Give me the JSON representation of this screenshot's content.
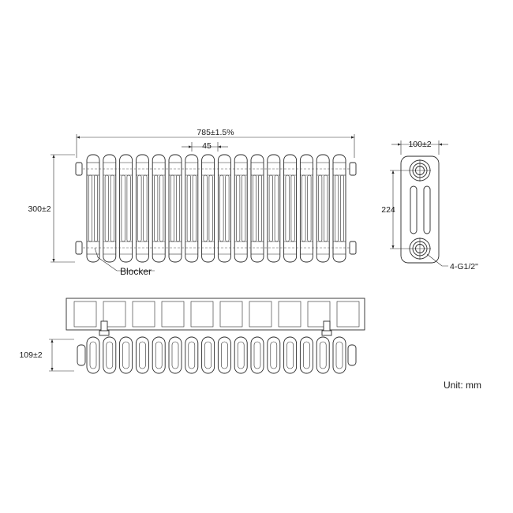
{
  "dimensions": {
    "overall_length": "785±1.5%",
    "section_pitch": "45",
    "height": "300±2",
    "depth_top": "100±2",
    "center_distance": "224",
    "connections": "4-G1/2\"",
    "side_depth": "109±2"
  },
  "labels": {
    "blocker": "Blocker",
    "unit": "Unit: mm"
  },
  "radiator": {
    "section_count": 16
  },
  "colors": {
    "line": "#2a2a2a",
    "background": "#ffffff"
  }
}
